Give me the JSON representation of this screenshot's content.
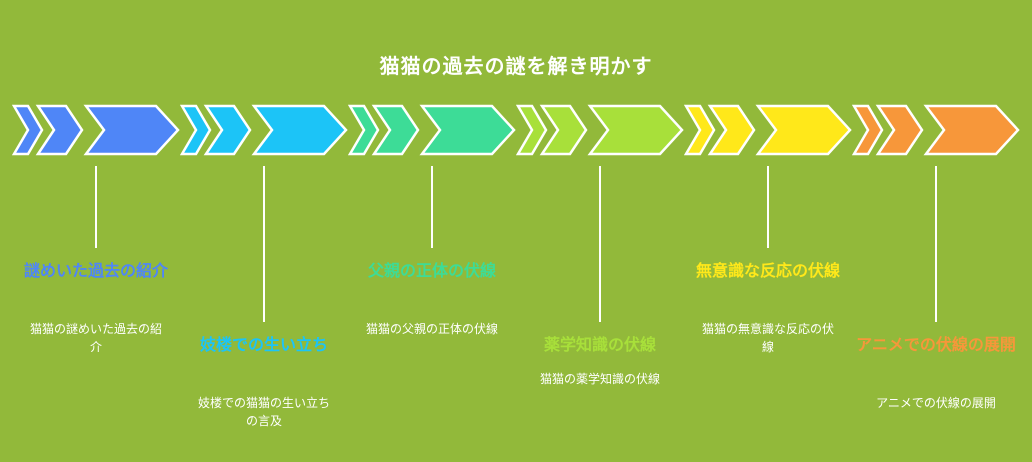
{
  "title": "猫猫の過去の謎を解き明かす",
  "steps": [
    {
      "label": "謎めいた過去の紹介",
      "desc": "猫猫の謎めいた過去の紹介",
      "color": "#4f86f7"
    },
    {
      "label": "妓楼での生い立ち",
      "desc": "妓楼での猫猫の生い立ちの言及",
      "color": "#1cc4f7"
    },
    {
      "label": "父親の正体の伏線",
      "desc": "猫猫の父親の正体の伏線",
      "color": "#3ddc97"
    },
    {
      "label": "薬学知識の伏線",
      "desc": "猫猫の薬学知識の伏線",
      "color": "#a8e03a"
    },
    {
      "label": "無意識な反応の伏線",
      "desc": "猫猫の無意識な反応の伏線",
      "color": "#ffe81a"
    },
    {
      "label": "アニメでの伏線の展開",
      "desc": "アニメでの伏線の展開",
      "color": "#f7973a"
    }
  ]
}
